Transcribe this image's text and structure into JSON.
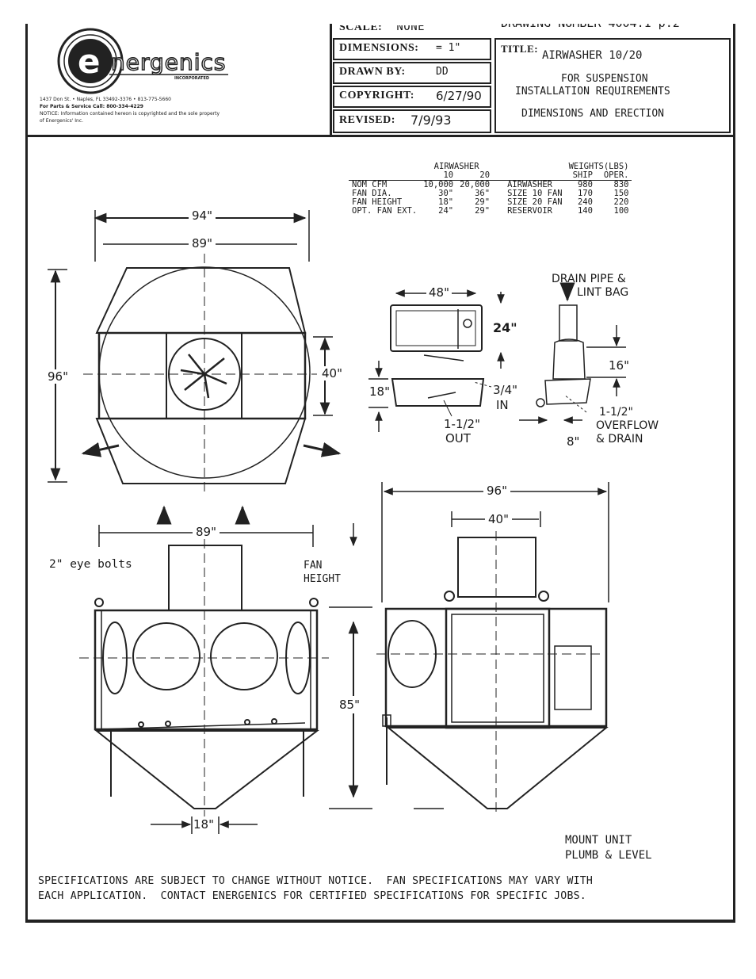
{
  "header": {
    "scale_label": "SCALE:",
    "scale_value": "NONE",
    "drawing_number": "DRAWING NUMBER 4004.1 p.2",
    "dimensions_label": "DIMENSIONS:",
    "dimensions_value": "= 1\"",
    "drawn_by_label": "DRAWN BY:",
    "drawn_by_value": "DD",
    "copyright_label": "COPYRIGHT:",
    "copyright_value": "6/27/90",
    "revised_label": "REVISED:",
    "revised_value": "7/9/93",
    "title_label": "TITLE:",
    "title_line1": "AIRWASHER 10/20",
    "title_line2": "FOR SUSPENSION",
    "title_line3": "INSTALLATION REQUIREMENTS",
    "title_line4": "DIMENSIONS AND ERECTION"
  },
  "company": {
    "logo_text": "nergenics",
    "logo_sub": "INCORPORATED",
    "address": "1437 Don St. • Naples, FL 33492-3376 • 813-775-5660",
    "service": "For Parts & Service Call: 800-334-4229",
    "notice": "NOTICE: Information contained hereon is copyrighted and the sole property",
    "notice2": "of Energenics' Inc."
  },
  "spec_table": {
    "group_header": "AIRWASHER",
    "col_10": "10",
    "col_20": "20",
    "weights_header": "WEIGHTS(LBS)",
    "ship": "SHIP",
    "oper": "OPER.",
    "rows": [
      {
        "label": "NOM CFM",
        "v10": "10,000",
        "v20": "20,000",
        "wlabel": "AIRWASHER",
        "ship": "980",
        "oper": "830"
      },
      {
        "label": "FAN DIA.",
        "v10": "30\"",
        "v20": "36\"",
        "wlabel": "SIZE 10 FAN",
        "ship": "170",
        "oper": "150"
      },
      {
        "label": "FAN HEIGHT",
        "v10": "18\"",
        "v20": "29\"",
        "wlabel": "SIZE 20 FAN",
        "ship": "240",
        "oper": "220"
      },
      {
        "label": "OPT. FAN EXT.",
        "v10": "24\"",
        "v20": "29\"",
        "wlabel": "RESERVOIR",
        "ship": "140",
        "oper": "100"
      }
    ]
  },
  "dims": {
    "top_94": "94\"",
    "top_89": "89\"",
    "left_96": "96\"",
    "fan_40": "40\"",
    "res_48": "48\"",
    "res_24": "24\"",
    "res_18": "18\"",
    "res_34": "3/4\"",
    "res_in": "IN",
    "res_out1": "1-1/2\"",
    "res_out2": "OUT",
    "drain_title1": "DRAIN PIPE &",
    "drain_title2": "LINT BAG",
    "drain_16": "16\"",
    "drain_8": "8\"",
    "overflow1": "1-1/2\"",
    "overflow2": "OVERFLOW",
    "overflow3": "& DRAIN",
    "bottom_89": "89\"",
    "eye_bolts": "2\" eye bolts",
    "fan_height1": "FAN",
    "fan_height2": "HEIGHT",
    "side_96": "96\"",
    "side_40": "40\"",
    "height_85": "85\"",
    "bottom_18": "18\"",
    "mount1": "MOUNT UNIT",
    "mount2": "PLUMB & LEVEL"
  },
  "footer": {
    "line1": "SPECIFICATIONS ARE SUBJECT TO CHANGE WITHOUT NOTICE.  FAN SPECIFICATIONS MAY VARY WITH",
    "line2": "EACH APPLICATION.  CONTACT ENERGENICS FOR CERTIFIED SPECIFICATIONS FOR SPECIFIC JOBS."
  }
}
